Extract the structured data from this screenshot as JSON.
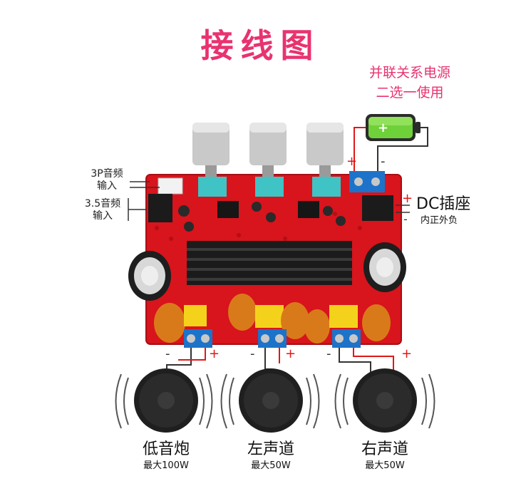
{
  "title": "接线图",
  "power_note": {
    "line1": "并联关系电源",
    "line2": "二选一使用"
  },
  "inputs": {
    "input_3p": {
      "line1": "3P音频",
      "line2": "输入"
    },
    "input_35": {
      "line1": "3.5音频",
      "line2": "输入"
    }
  },
  "dc": {
    "label": "DC插座",
    "sub": "内正外负",
    "plus": "+",
    "minus": "-"
  },
  "battery_terminal": {
    "plus": "+",
    "minus": "-"
  },
  "outputs": [
    {
      "minus": "-",
      "plus": "+"
    },
    {
      "minus": "-",
      "plus": "+"
    },
    {
      "minus": "-",
      "plus": "+"
    }
  ],
  "speakers": [
    {
      "name": "低音炮",
      "power": "最大100W"
    },
    {
      "name": "左声道",
      "power": "最大50W"
    },
    {
      "name": "右声道",
      "power": "最大50W"
    }
  ],
  "colors": {
    "accent": "#e8336f",
    "board": "#d8141c",
    "wire_red": "#e01818"
  }
}
